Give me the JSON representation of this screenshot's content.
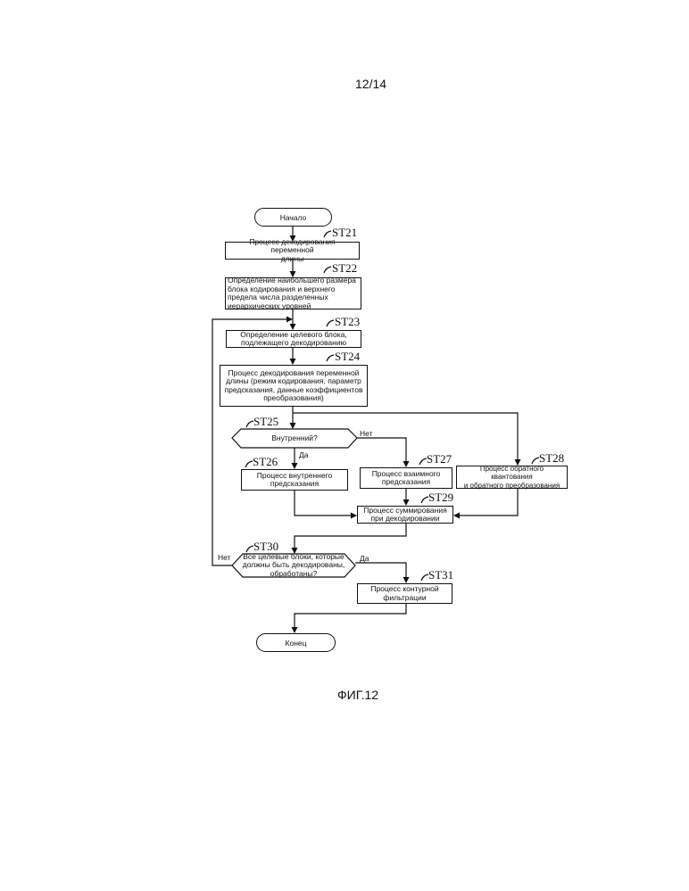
{
  "page_number": "12/14",
  "figure_caption": "ФИГ.12",
  "start": "Начало",
  "end": "Конец",
  "steps": {
    "ST21": {
      "id": "ST21",
      "text": "Процесс декодирования переменной\nдлины"
    },
    "ST22": {
      "id": "ST22",
      "text": "Определение наибольшего размера\nблока кодирования и верхнего\nпредела числа разделенных\nиерархических уровней"
    },
    "ST23": {
      "id": "ST23",
      "text": "Определение целевого блока,\nподлежащего декодированию"
    },
    "ST24": {
      "id": "ST24",
      "text": "Процесс декодирования переменной\nдлины (режим кодирования, параметр\nпредсказания, данные коэффициентов\nпреобразования)"
    },
    "ST25": {
      "id": "ST25",
      "text": "Внутренний?"
    },
    "ST26": {
      "id": "ST26",
      "text": "Процесс внутреннего\nпредсказания"
    },
    "ST27": {
      "id": "ST27",
      "text": "Процесс взаимного\nпредсказания"
    },
    "ST28": {
      "id": "ST28",
      "text": "Процесс обратного квантования\nи обратного преобразования"
    },
    "ST29": {
      "id": "ST29",
      "text": "Процесс суммирования\nпри декодировании"
    },
    "ST30": {
      "id": "ST30",
      "text": "Все целевые блоки, которые\nдолжны быть декодированы,\nобработаны?"
    },
    "ST31": {
      "id": "ST31",
      "text": "Процесс контурной\nфильтрации"
    }
  },
  "branch_labels": {
    "st25_yes": "Да",
    "st25_no": "Нет",
    "st30_yes": "Да",
    "st30_no": "Нет"
  }
}
